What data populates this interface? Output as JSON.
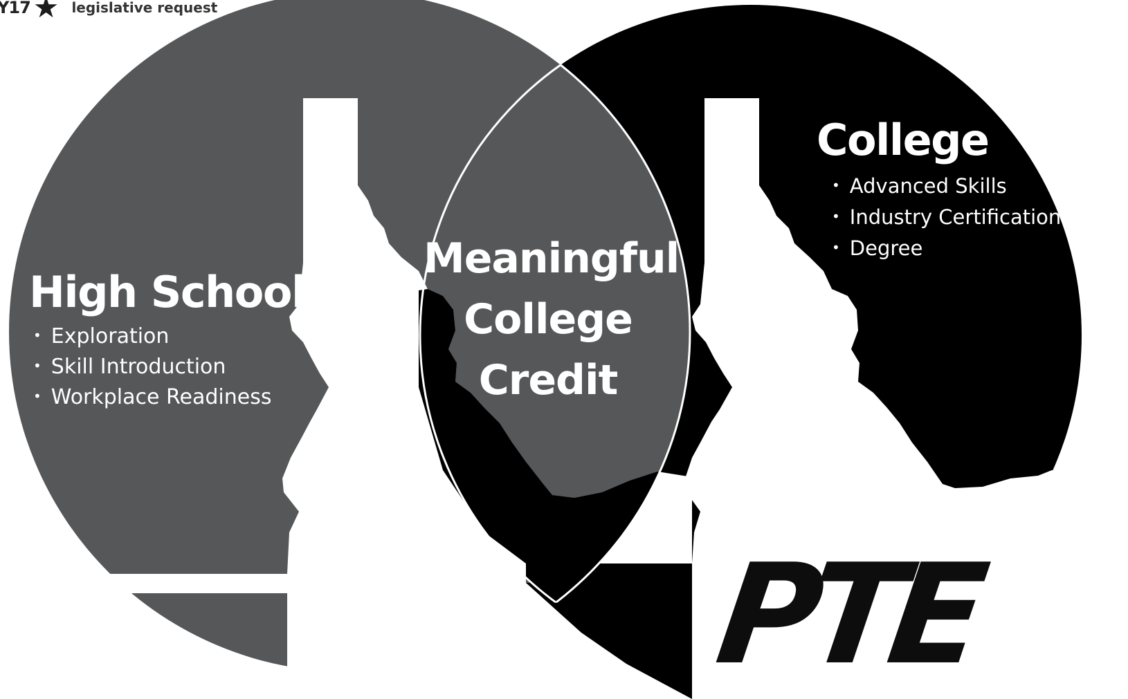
{
  "header": {
    "year_fragment": "Y17",
    "star_icon": "star-icon",
    "subtitle": "legislative request"
  },
  "circles": {
    "high_school": {
      "title": "High School",
      "bullets": [
        "Exploration",
        "Skill Introduction",
        "Workplace Readiness"
      ],
      "color": "#555758"
    },
    "college": {
      "title": "College",
      "bullets": [
        "Advanced Skills",
        "Industry Certification",
        "Degree"
      ],
      "color": "#000000"
    },
    "overlap": {
      "lines": [
        "Meaningful",
        "College",
        "Credit"
      ],
      "color": "#555758"
    }
  },
  "logo": {
    "text": "PTE"
  },
  "colors": {
    "state_silhouette": "#ffffff",
    "background": "#ffffff"
  }
}
